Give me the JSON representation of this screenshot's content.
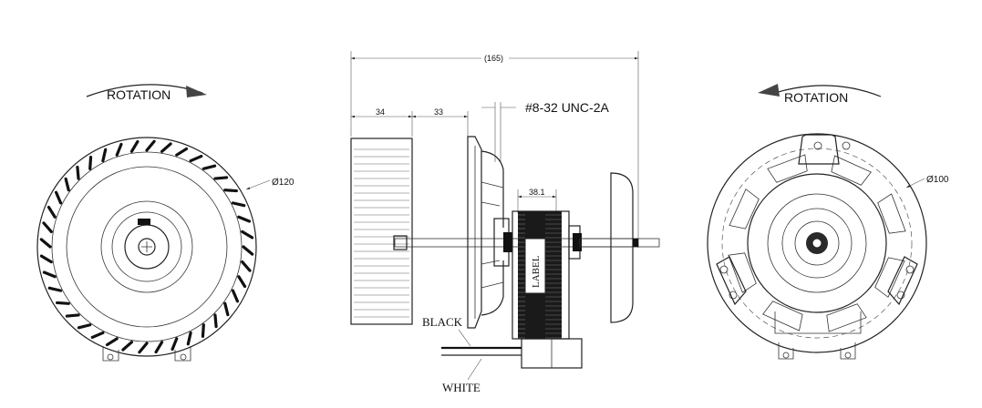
{
  "left_view": {
    "rotation_label": "ROTATION",
    "diameter_label": "Ø120"
  },
  "side_view": {
    "overall_length_label": "(165)",
    "dim_wheel_label": "34",
    "dim_gap_label": "33",
    "thread_label": "#8-32 UNC-2A",
    "core_dim_label": "38.1",
    "nameplate_label": "LABEL",
    "wire_black_label": "BLACK",
    "wire_white_label": "WHITE"
  },
  "right_view": {
    "rotation_label": "ROTATION",
    "diameter_label": "Ø100"
  },
  "colors": {
    "line": "#222222",
    "background": "#ffffff"
  }
}
